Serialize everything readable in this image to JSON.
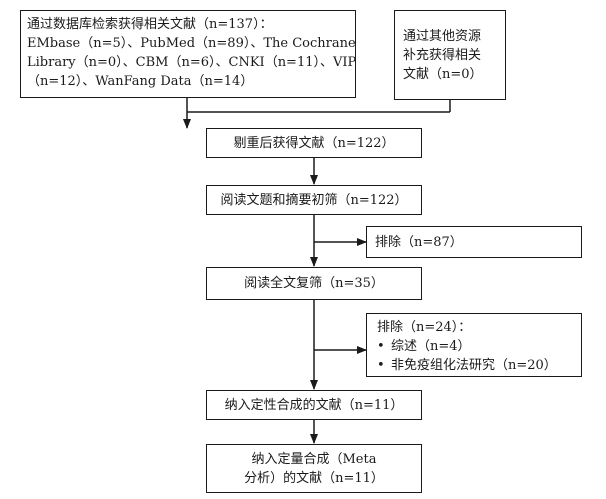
{
  "boxes": {
    "db_search": {
      "lines": [
        "通过数据库检索获得相关文献（n=137）：",
        "EMbase（n=5）、PubMed（n=89）、The Cochrane",
        "Library（n=0）、CBM（n=6）、CNKI（n=11）、VIP",
        "（n=12）、WanFang Data（n=14）"
      ]
    },
    "other_sources": {
      "lines": [
        "通过其他资源",
        "补充获得相关",
        "文献（n=0）"
      ]
    },
    "dedup": {
      "text": "剔重后获得文献（n=122）"
    },
    "title_abstract": {
      "text": "阅读文题和摘要初筛（n=122）"
    },
    "exclude_1": {
      "text": "排除（n=87）"
    },
    "fulltext": {
      "text": "阅读全文复筛（n=35）"
    },
    "exclude_2": {
      "title": "排除（n=24）：",
      "items": [
        "综述（n=4）",
        "非免疫组化法研究（n=20）"
      ]
    },
    "qualitative": {
      "text": "纳入定性合成的文献（n=11）"
    },
    "quantitative": {
      "lines": [
        "纳入定量合成（Meta",
        "分析）的文献（n=11）"
      ]
    }
  }
}
